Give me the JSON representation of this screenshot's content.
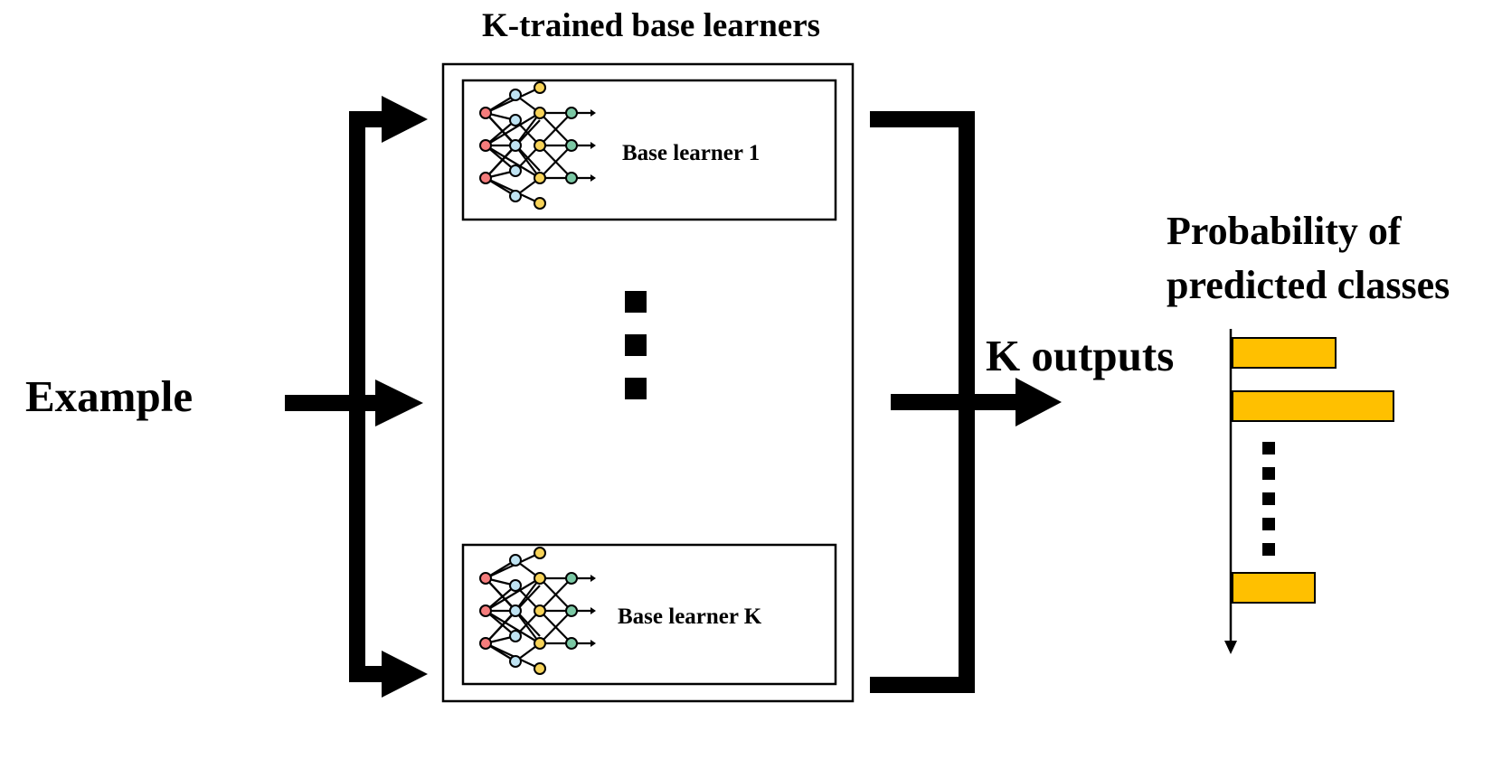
{
  "title": "K-trained base learners",
  "input_label": "Example",
  "learners": [
    {
      "label": "Base learner 1"
    },
    {
      "label": "Base learner K"
    }
  ],
  "outputs_label": "K outputs",
  "probability_title": [
    "Probability of",
    "predicted classes"
  ],
  "probability_bars": [
    0.64,
    1.0,
    0.51
  ],
  "colors": {
    "ink": "#000000",
    "bar_fill": "#FFC000",
    "node_red": "#F47C7C",
    "node_blue": "#BFE3F2",
    "node_yellow": "#F7D358",
    "node_green": "#7BC8A4"
  },
  "icons": [
    "neural-network-icon"
  ]
}
